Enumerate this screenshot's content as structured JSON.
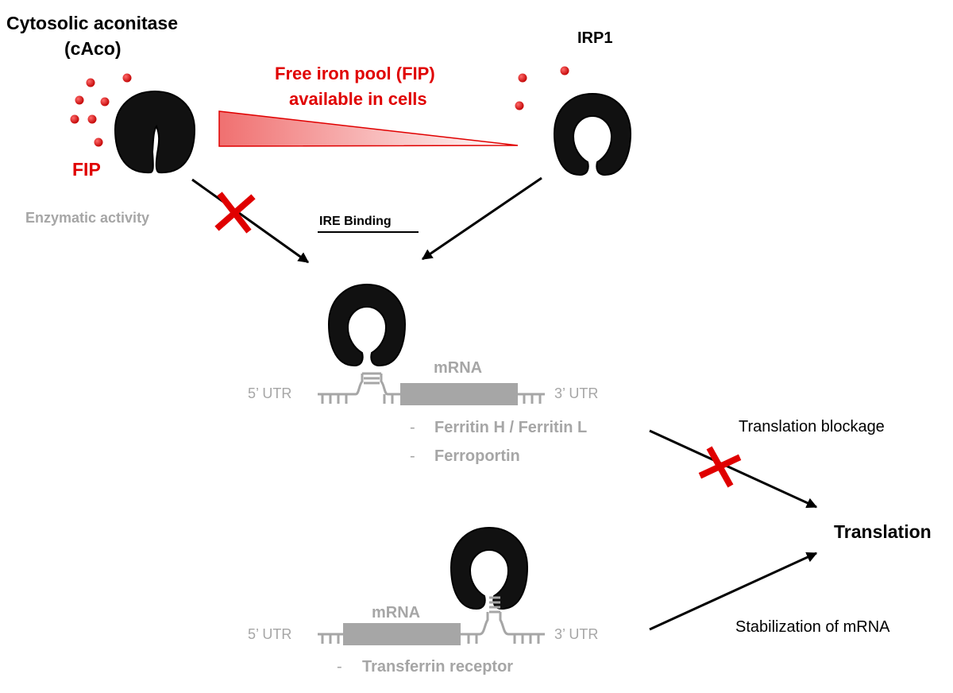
{
  "colors": {
    "iron_red": "#e00000",
    "protein_black": "#111111",
    "label_grey": "#a6a6a6",
    "arrow_black": "#000000"
  },
  "labels": {
    "caco_line1": "Cytosolic aconitase",
    "caco_line2": "(cAco)",
    "irp1": "IRP1",
    "fip_line1": "Free iron pool (FIP)",
    "fip_line2": "available in cells",
    "fip": "FIP",
    "enzymatic_activity": "Enzymatic activity",
    "ire_binding": "IRE Binding",
    "mrna_top": "mRNA",
    "utr5_top": "5’ UTR",
    "utr3_top": "3’ UTR",
    "gene_ferritin": "Ferritin H / Ferritin L",
    "gene_ferroportin": "Ferroportin",
    "translation_blockage": "Translation blockage",
    "translation": "Translation",
    "mrna_bottom": "mRNA",
    "utr5_bottom": "5’ UTR",
    "utr3_bottom": "3’ UTR",
    "gene_transferrin": "Transferrin receptor",
    "stabilization": "Stabilization of mRNA",
    "dash1": "-",
    "dash2": "-",
    "dash3": "-"
  },
  "icons": {
    "protein": "c-shaped-protein-icon",
    "iron_atom": "iron-dot-icon",
    "blocked": "red-x-icon"
  }
}
